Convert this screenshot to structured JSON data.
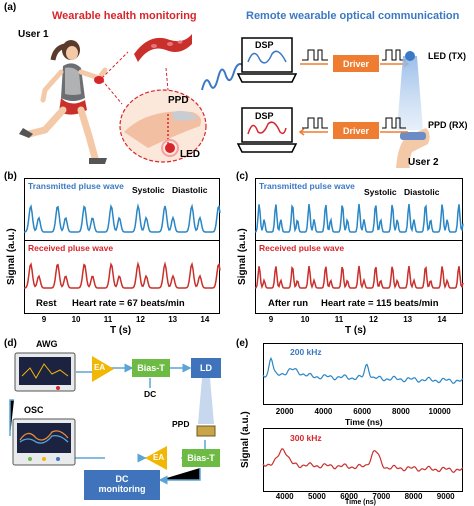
{
  "panel_a": {
    "label": "(a)",
    "title_left": "Wearable health monitoring",
    "title_right": "Remote wearable optical communication",
    "user1": "User 1",
    "user2": "User 2",
    "ppd": "PPD",
    "led": "LED",
    "dsp": "DSP",
    "driver": "Driver",
    "led_tx": "LED (TX)",
    "ppd_rx": "PPD (RX)",
    "colors": {
      "red": "#d7262b",
      "blue": "#3b79c4",
      "orange": "#ee7d31"
    }
  },
  "panel_b": {
    "label": "(b)",
    "tx": "Transmitted pluse wave",
    "rx": "Received pluse wave",
    "systolic": "Systolic",
    "diastolic": "Diastolic",
    "state": "Rest",
    "heart_rate": "Heart rate = 67 beats/min",
    "ylabel": "Signal (a.u.)",
    "xlabel": "T (s)",
    "xticks": [
      "9",
      "10",
      "11",
      "12",
      "13",
      "14"
    ]
  },
  "panel_c": {
    "label": "(c)",
    "tx": "Transmitted pulse wave",
    "rx": "Received pulse wave",
    "systolic": "Systolic",
    "diastolic": "Diastolic",
    "state": "After run",
    "heart_rate": "Heart rate = 115 beats/min",
    "ylabel": "Signal (a.u.)",
    "xlabel": "T (s)",
    "xticks": [
      "9",
      "10",
      "11",
      "12",
      "13",
      "14"
    ]
  },
  "panel_d": {
    "label": "(d)",
    "awg": "AWG",
    "osc": "OSC",
    "ea1": "EA",
    "biast1": "Bias-T",
    "dc": "DC",
    "ld": "LD",
    "ppd": "PPD",
    "ea2": "EA",
    "biast2": "Bias-T",
    "dc_monitoring": "DC\nmonitoring",
    "colors": {
      "ea": "#f2b705",
      "biast": "#6dbb45",
      "ld": "#3f74bd",
      "dcmon": "#3f74bd"
    }
  },
  "panel_e": {
    "label": "(e)",
    "ylabel": "Signal (a.u.)",
    "top": {
      "freq": "200 kHz",
      "xticks": [
        "2000",
        "4000",
        "6000",
        "8000",
        "10000"
      ],
      "xlabel": "Time (ns)"
    },
    "bottom": {
      "freq": "300 kHz",
      "xticks": [
        "4000",
        "5000",
        "6000",
        "7000",
        "8000",
        "9000"
      ],
      "xlabel": "Time (ns)"
    }
  }
}
